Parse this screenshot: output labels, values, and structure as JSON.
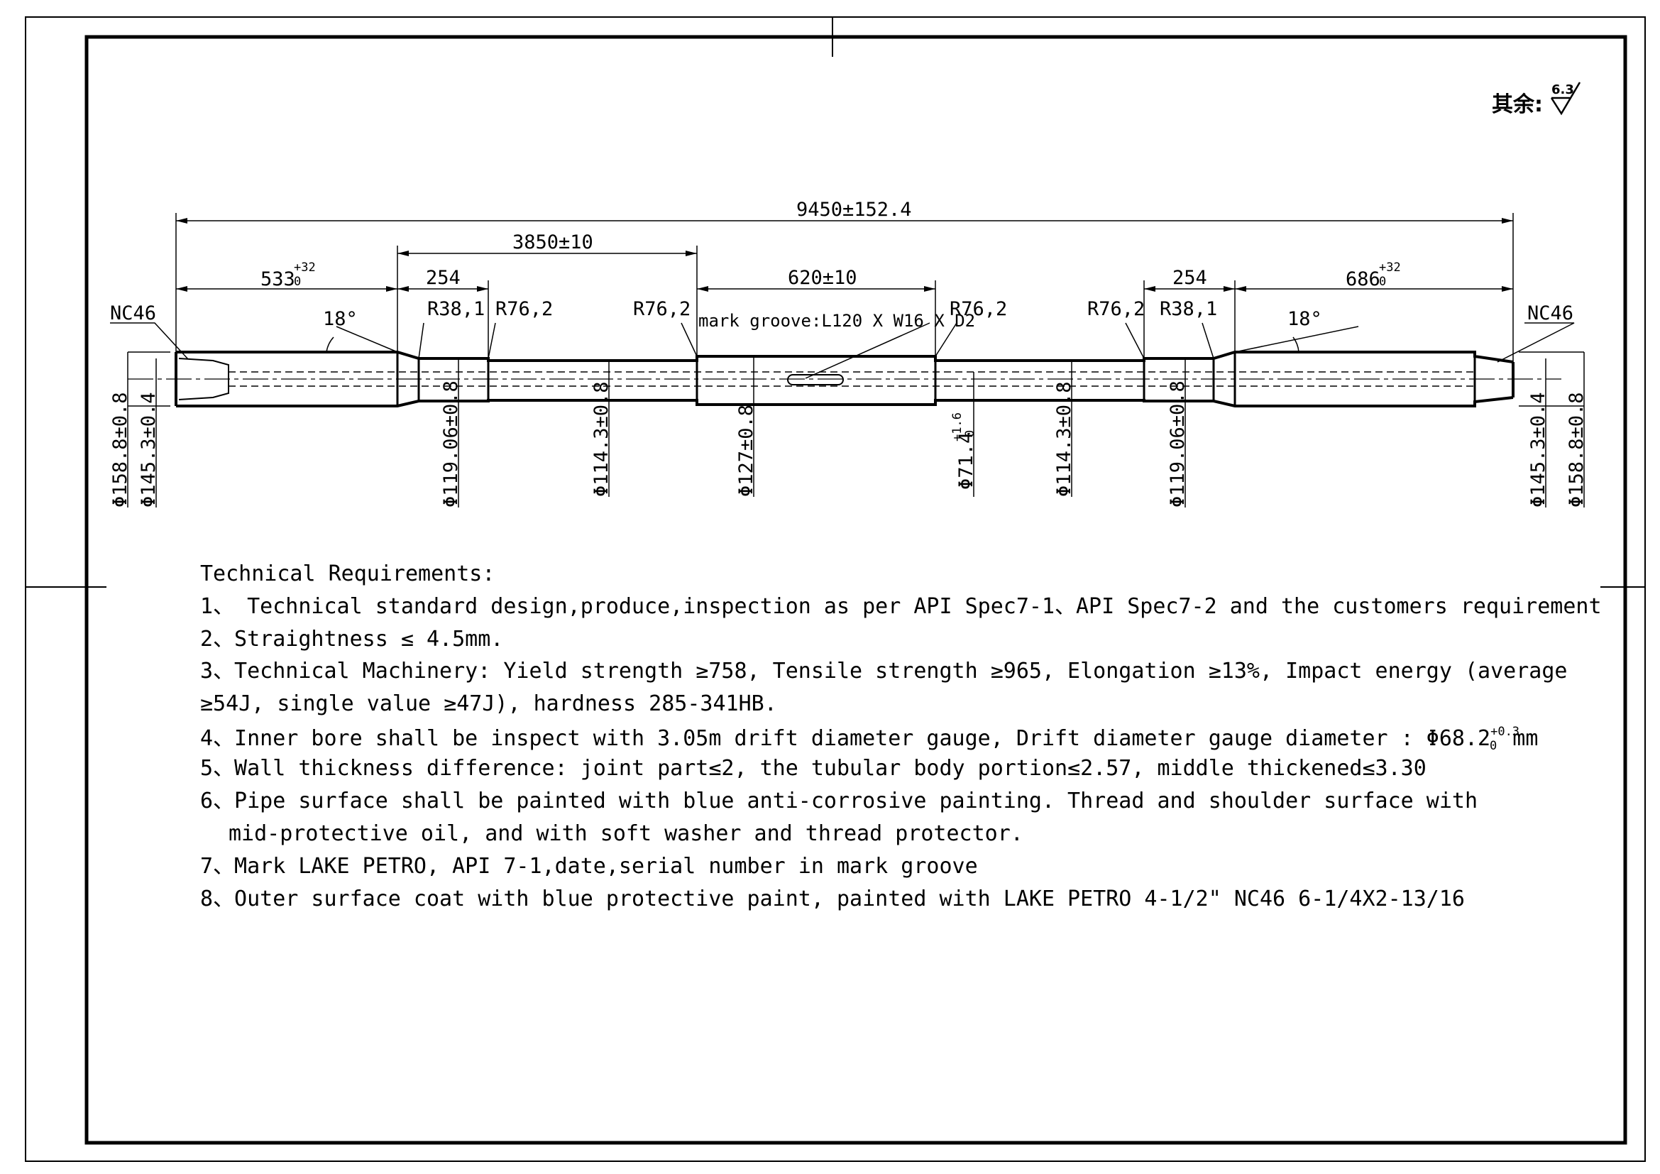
{
  "roughness": {
    "label": "其余:",
    "value": "6.3"
  },
  "dimensions": {
    "overall": "9450±152.4",
    "upset_length": "3850±10",
    "left_pin_length": {
      "base": "533",
      "upper": "+32",
      "lower": "0"
    },
    "right_box_length": {
      "base": "686",
      "upper": "+32",
      "lower": "0"
    },
    "left_taper_length": "254",
    "right_taper_length": "254",
    "center_length": "620±10"
  },
  "labels": {
    "left_thread": "NC46",
    "right_thread": "NC46",
    "left_angle": "18°",
    "right_angle": "18°",
    "r38_left": "R38,1",
    "r76_left1": "R76,2",
    "r76_left2": "R76,2",
    "mark_groove": "mark groove:L120 X W16 X D2",
    "r76_right1": "R76,2",
    "r76_right2": "R76,2",
    "r38_right": "R38,1"
  },
  "diameters": {
    "d158_left": "Φ158.8±0.8",
    "d145_left": "Φ145.3±0.4",
    "d119_left": "Φ119.06±0.8",
    "d114_left": "Φ114.3±0.8",
    "d127": "Φ127±0.8",
    "d71": {
      "base": "Φ71.4",
      "upper": "+1.6",
      "lower": "0"
    },
    "d114_right": "Φ114.3±0.8",
    "d119_right": "Φ119.06±0.8",
    "d145_right": "Φ145.3±0.4",
    "d158_right": "Φ158.8±0.8"
  },
  "requirements": {
    "title": "Technical Requirements:",
    "items": [
      "1、 Technical standard design,produce,inspection as per API Spec7-1、API Spec7-2 and the customers requirement",
      "2、Straightness ≤ 4.5mm.",
      "3、Technical Machinery: Yield strength ≥758, Tensile strength ≥965, Elongation ≥13%, Impact energy (average",
      "≥54J, single value ≥47J), hardness 285-341HB.",
      "5、Wall thickness difference: joint part≤2, the tubular body portion≤2.57, middle thickened≤3.30",
      "6、Pipe surface shall be painted with blue anti-corrosive painting. Thread and shoulder surface with",
      "mid-protective oil, and with soft washer and thread protector.",
      "7、Mark LAKE PETRO, API 7-1,date,serial number in mark groove",
      "8、Outer surface coat with blue protective paint, painted with LAKE PETRO 4-1/2\" NC46 6-1/4X2-13/16"
    ],
    "item4": {
      "text": "4、Inner bore shall be inspect with 3.05m drift diameter gauge, Drift diameter gauge diameter : Φ68.2",
      "upper": "+0.3",
      "lower": "0",
      "unit": "mm"
    }
  }
}
